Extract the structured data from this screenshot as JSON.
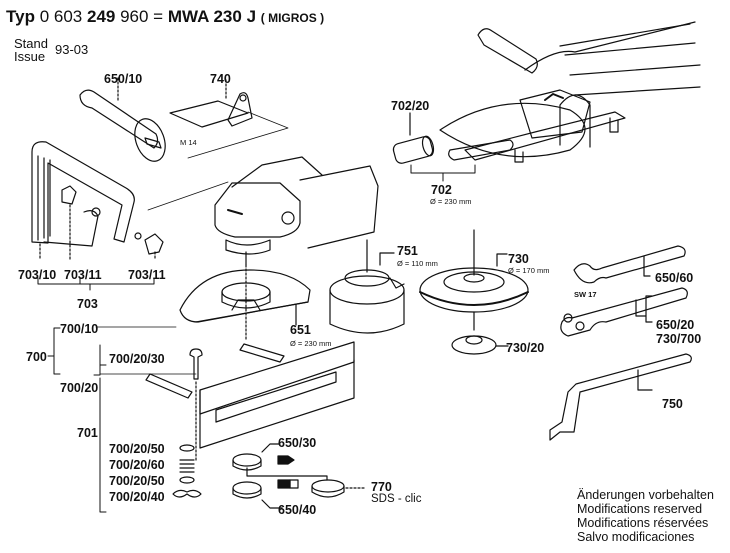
{
  "header": {
    "typ_prefix": "Typ",
    "typ_number_a": "0 603",
    "typ_number_b": "249",
    "typ_number_c": "960 =",
    "model": "MWA 230 J",
    "variant": "( MIGROS )",
    "stand_label": "Stand",
    "issue_label": "Issue",
    "issue_value": "93-03"
  },
  "parts": {
    "p650_10": "650/10",
    "p740": "740",
    "m14": "M 14",
    "p702_20": "702/20",
    "p702": "702",
    "p702_dia": "Ø = 230 mm",
    "p703_10": "703/10",
    "p703_11a": "703/11",
    "p703_11b": "703/11",
    "p703": "703",
    "p751": "751",
    "p751_dia": "Ø = 110 mm",
    "p730": "730",
    "p730_dia": "Ø = 170 mm",
    "p650_60": "650/60",
    "sw17": "SW 17",
    "p651": "651",
    "p651_dia": "Ø = 230 mm",
    "p650_20": "650/20",
    "p730_700": "730/700",
    "p730_20": "730/20",
    "p700": "700",
    "p700_10": "700/10",
    "p700_20": "700/20",
    "p700_20_30": "700/20/30",
    "p750": "750",
    "p701": "701",
    "p700_20_50a": "700/20/50",
    "p700_20_60": "700/20/60",
    "p700_20_50b": "700/20/50",
    "p700_20_40": "700/20/40",
    "p650_30": "650/30",
    "p650_40": "650/40",
    "p770": "770",
    "sds": "SDS - clic"
  },
  "notes": [
    "Änderungen vorbehalten",
    "Modifications reserved",
    "Modifications réservées",
    "Salvo modificaciones"
  ]
}
